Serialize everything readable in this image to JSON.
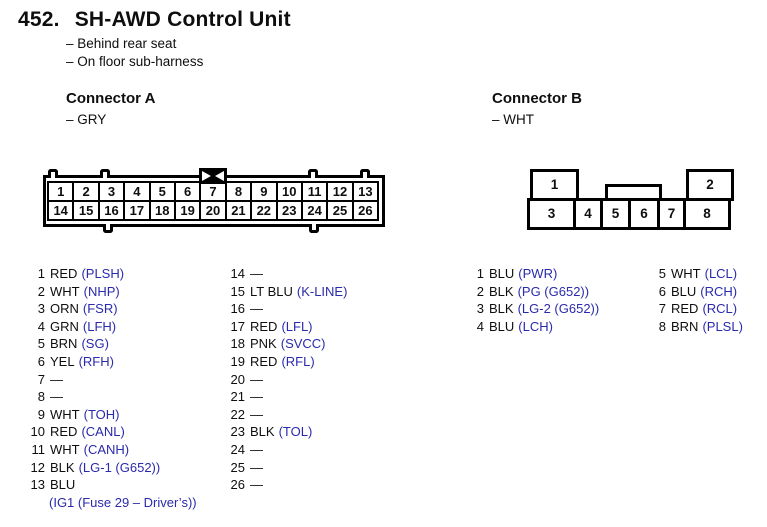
{
  "page": {
    "number": "452.",
    "title": "SH-AWD Control Unit",
    "location_notes": [
      "– Behind rear seat",
      "– On floor sub-harness"
    ]
  },
  "colors": {
    "signal_blue": "#2a2aad",
    "text_black": "#0e0e0e"
  },
  "connector_a": {
    "heading": "Connector A",
    "color_note": "– GRY",
    "pin_row_top": [
      "1",
      "2",
      "3",
      "4",
      "5",
      "6",
      "7",
      "8",
      "9",
      "10",
      "11",
      "12",
      "13"
    ],
    "pin_row_bottom": [
      "14",
      "15",
      "16",
      "17",
      "18",
      "19",
      "20",
      "21",
      "22",
      "23",
      "24",
      "25",
      "26"
    ],
    "pins_left": [
      {
        "n": "1",
        "wire": "RED",
        "signal": "(PLSH)"
      },
      {
        "n": "2",
        "wire": "WHT",
        "signal": "(NHP)"
      },
      {
        "n": "3",
        "wire": "ORN",
        "signal": "(FSR)"
      },
      {
        "n": "4",
        "wire": "GRN",
        "signal": "(LFH)"
      },
      {
        "n": "5",
        "wire": "BRN",
        "signal": "(SG)"
      },
      {
        "n": "6",
        "wire": "YEL",
        "signal": "(RFH)"
      },
      {
        "n": "7",
        "wire": "—",
        "signal": ""
      },
      {
        "n": "8",
        "wire": "—",
        "signal": ""
      },
      {
        "n": "9",
        "wire": "WHT",
        "signal": "(TOH)"
      },
      {
        "n": "10",
        "wire": "RED",
        "signal": "(CANL)"
      },
      {
        "n": "11",
        "wire": "WHT",
        "signal": "(CANH)"
      },
      {
        "n": "12",
        "wire": "BLK",
        "signal": "(LG-1 (G652))"
      },
      {
        "n": "13",
        "wire": "BLU",
        "signal": ""
      },
      {
        "n": "",
        "wire": "",
        "signal": "(IG1 (Fuse 29 – Driver’s))"
      }
    ],
    "pins_right": [
      {
        "n": "14",
        "wire": "—",
        "signal": ""
      },
      {
        "n": "15",
        "wire": "LT BLU",
        "signal": "(K-LINE)"
      },
      {
        "n": "16",
        "wire": "—",
        "signal": ""
      },
      {
        "n": "17",
        "wire": "RED",
        "signal": "(LFL)"
      },
      {
        "n": "18",
        "wire": "PNK",
        "signal": "(SVCC)"
      },
      {
        "n": "19",
        "wire": "RED",
        "signal": "(RFL)"
      },
      {
        "n": "20",
        "wire": "—",
        "signal": ""
      },
      {
        "n": "21",
        "wire": "—",
        "signal": ""
      },
      {
        "n": "22",
        "wire": "—",
        "signal": ""
      },
      {
        "n": "23",
        "wire": "BLK",
        "signal": "(TOL)"
      },
      {
        "n": "24",
        "wire": "—",
        "signal": ""
      },
      {
        "n": "25",
        "wire": "—",
        "signal": ""
      },
      {
        "n": "26",
        "wire": "—",
        "signal": ""
      }
    ]
  },
  "connector_b": {
    "heading": "Connector B",
    "color_note": "– WHT",
    "top_left_pin": "1",
    "top_right_pin": "2",
    "bottom_pins": [
      "3",
      "4",
      "5",
      "6",
      "7",
      "8"
    ],
    "pins_left": [
      {
        "n": "1",
        "wire": "BLU",
        "signal": "(PWR)"
      },
      {
        "n": "2",
        "wire": "BLK",
        "signal": "(PG (G652))"
      },
      {
        "n": "3",
        "wire": "BLK",
        "signal": "(LG-2 (G652))"
      },
      {
        "n": "4",
        "wire": "BLU",
        "signal": "(LCH)"
      }
    ],
    "pins_right": [
      {
        "n": "5",
        "wire": "WHT",
        "signal": "(LCL)"
      },
      {
        "n": "6",
        "wire": "BLU",
        "signal": "(RCH)"
      },
      {
        "n": "7",
        "wire": "RED",
        "signal": "(RCL)"
      },
      {
        "n": "8",
        "wire": "BRN",
        "signal": "(PLSL)"
      }
    ]
  }
}
